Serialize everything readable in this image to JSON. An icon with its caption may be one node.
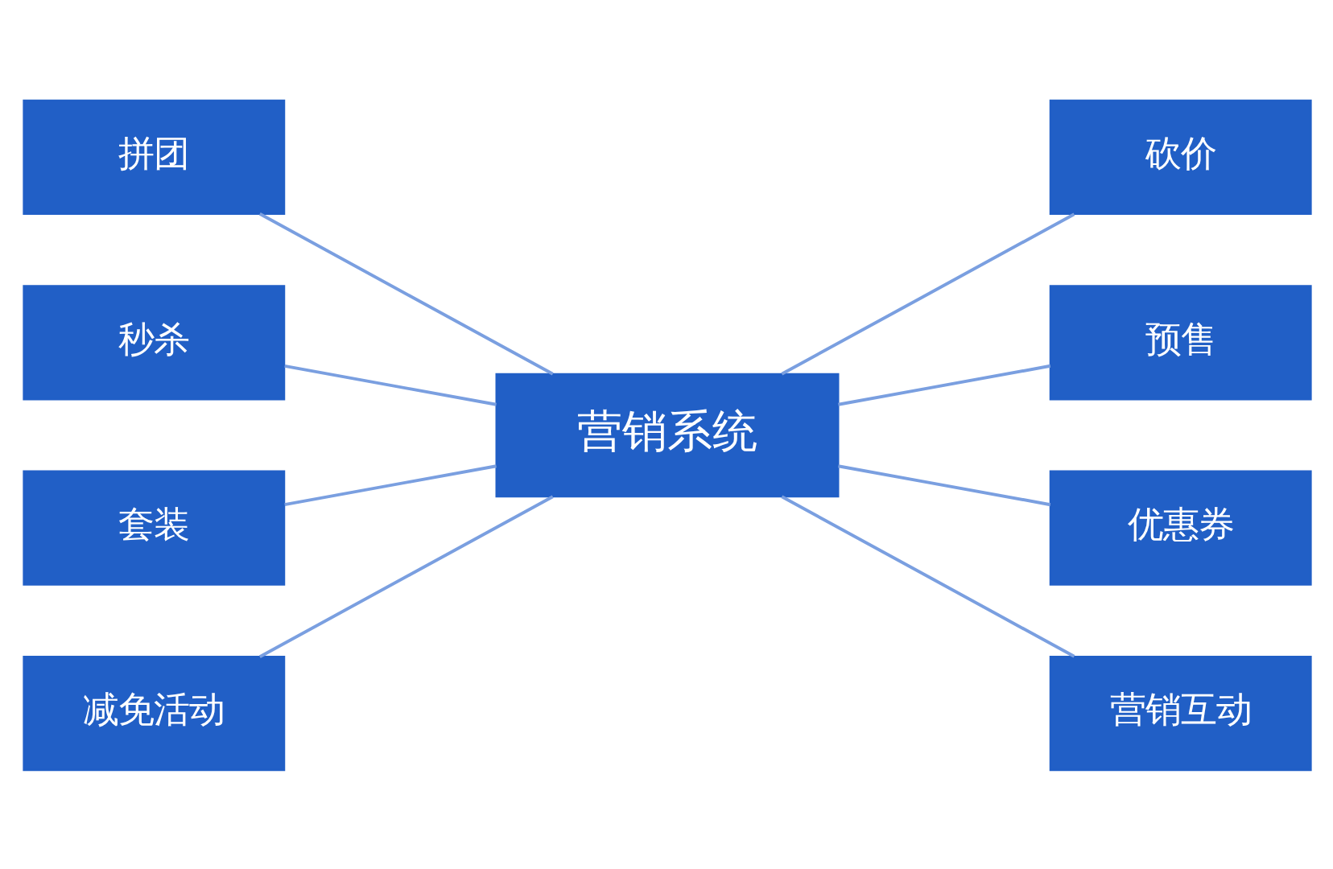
{
  "diagram": {
    "nodes": [
      {
        "text": [
          "营销系统"
        ]
      },
      {
        "text": [
          "拼团"
        ]
      },
      {
        "text": [
          "秒杀"
        ]
      },
      {
        "text": [
          "套装"
        ]
      },
      {
        "text": [
          "减免活动"
        ]
      },
      {
        "text": [
          "砍价"
        ]
      },
      {
        "text": [
          "预售"
        ]
      },
      {
        "text": [
          "优惠券"
        ]
      },
      {
        "text": [
          "营销互动"
        ]
      }
    ],
    "edges": [
      {
        "from": 1,
        "to": 0,
        "arrow": "none"
      },
      {
        "from": 2,
        "to": 0,
        "arrow": "none"
      },
      {
        "from": 3,
        "to": 0,
        "arrow": "none"
      },
      {
        "from": 4,
        "to": 0,
        "arrow": "none"
      },
      {
        "from": 0,
        "to": 5,
        "arrow": "none"
      },
      {
        "from": 0,
        "to": 6,
        "arrow": "none"
      },
      {
        "from": 0,
        "to": 7,
        "arrow": "none"
      },
      {
        "from": 0,
        "to": 8,
        "arrow": "none"
      }
    ]
  }
}
